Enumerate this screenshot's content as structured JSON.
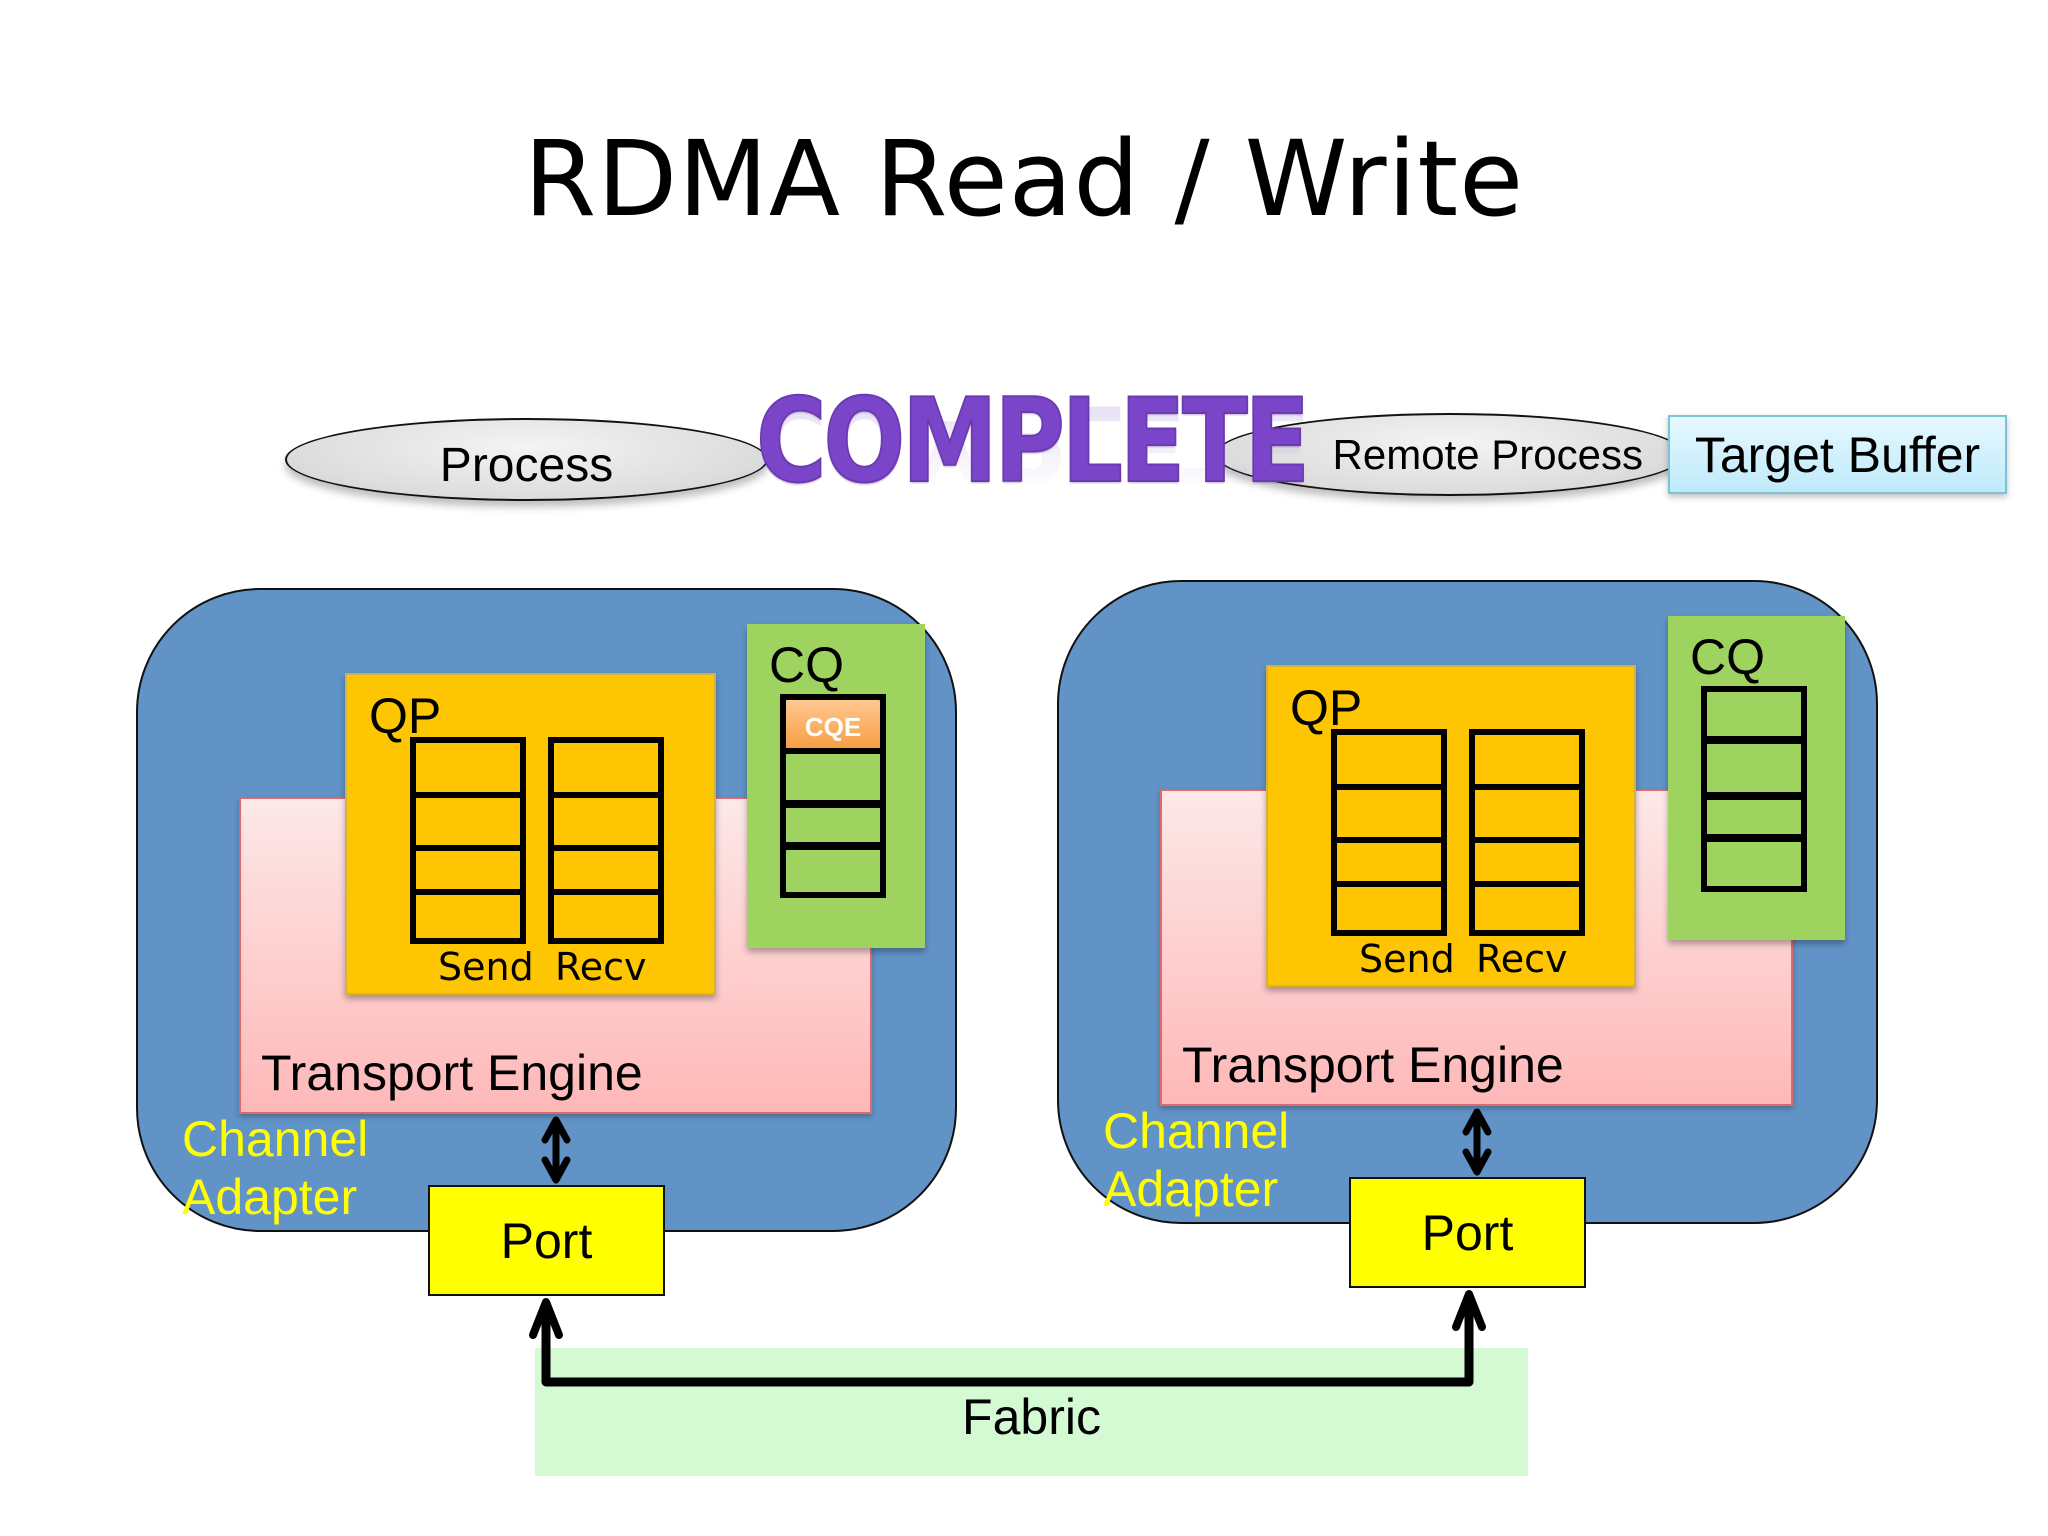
{
  "slide": {
    "title": "RDMA Read / Write",
    "status_word": "COMPLETE"
  },
  "top_row": {
    "process_label": "Process",
    "remote_process_label": "Remote Process",
    "target_buffer_label": "Target Buffer"
  },
  "local_node": {
    "qp_label": "QP",
    "send_label": "Send",
    "recv_label": "Recv",
    "cq_label": "CQ",
    "cqe_label": "CQE",
    "transport_label": "Transport Engine",
    "channel_adapter_label_line1": "Channel",
    "channel_adapter_label_line2": "Adapter",
    "port_label": "Port",
    "send_queue_slots": 4,
    "recv_queue_slots": 4,
    "cq_slots": 4,
    "cq_filled_entries": 1
  },
  "remote_node": {
    "qp_label": "QP",
    "send_label": "Send",
    "recv_label": "Recv",
    "cq_label": "CQ",
    "transport_label": "Transport Engine",
    "channel_adapter_label_line1": "Channel",
    "channel_adapter_label_line2": "Adapter",
    "port_label": "Port",
    "send_queue_slots": 4,
    "recv_queue_slots": 4,
    "cq_slots": 4,
    "cq_filled_entries": 0
  },
  "fabric": {
    "label": "Fabric"
  },
  "colors": {
    "channel_adapter": "#6193c7",
    "queue_pair": "#fec602",
    "completion_queue": "#9ed35f",
    "cqe": "#f59a3a",
    "transport_engine": "#feb8b8",
    "port": "#ffff00",
    "fabric": "#d4fad4",
    "complete_text": "#7a45c8",
    "channel_adapter_text": "#ffff00"
  }
}
